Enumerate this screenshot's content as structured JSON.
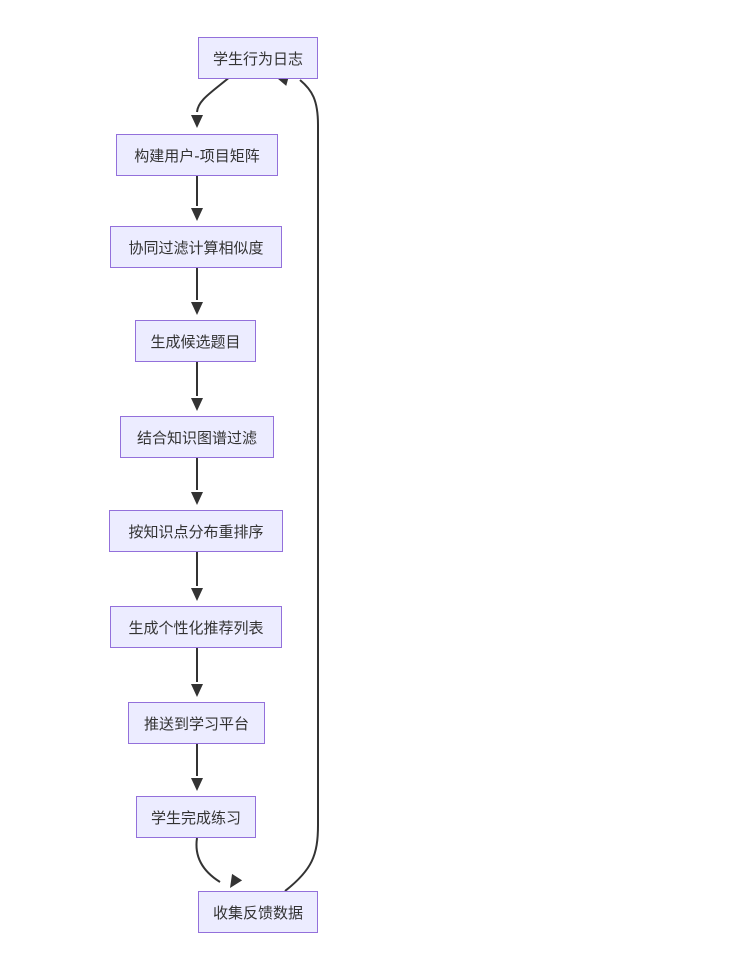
{
  "diagram": {
    "type": "flowchart",
    "colors": {
      "node_fill": "#ECECFF",
      "node_border": "#9370DB",
      "edge": "#333333",
      "text": "#333333"
    },
    "nodes": [
      {
        "id": "n1",
        "label": "学生行为日志"
      },
      {
        "id": "n2",
        "label": "构建用户-项目矩阵"
      },
      {
        "id": "n3",
        "label": "协同过滤计算相似度"
      },
      {
        "id": "n4",
        "label": "生成候选题目"
      },
      {
        "id": "n5",
        "label": "结合知识图谱过滤"
      },
      {
        "id": "n6",
        "label": "按知识点分布重排序"
      },
      {
        "id": "n7",
        "label": "生成个性化推荐列表"
      },
      {
        "id": "n8",
        "label": "推送到学习平台"
      },
      {
        "id": "n9",
        "label": "学生完成练习"
      },
      {
        "id": "n10",
        "label": "收集反馈数据"
      }
    ],
    "edges": [
      {
        "from": "n1",
        "to": "n2"
      },
      {
        "from": "n2",
        "to": "n3"
      },
      {
        "from": "n3",
        "to": "n4"
      },
      {
        "from": "n4",
        "to": "n5"
      },
      {
        "from": "n5",
        "to": "n6"
      },
      {
        "from": "n6",
        "to": "n7"
      },
      {
        "from": "n7",
        "to": "n8"
      },
      {
        "from": "n8",
        "to": "n9"
      },
      {
        "from": "n9",
        "to": "n10"
      },
      {
        "from": "n10",
        "to": "n1"
      }
    ]
  }
}
